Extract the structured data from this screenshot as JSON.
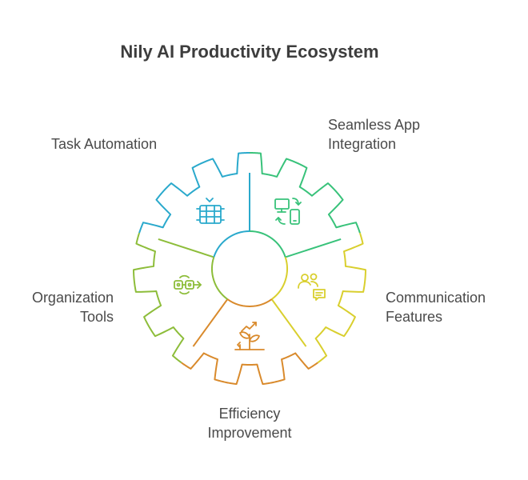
{
  "title": "Nily AI Productivity Ecosystem",
  "segments": [
    {
      "id": "task-automation",
      "lines": [
        "Task Automation"
      ],
      "color": "#2aa9cc",
      "icon": "server-stack-icon"
    },
    {
      "id": "seamless-app-integration",
      "lines": [
        "Seamless App",
        "Integration"
      ],
      "color": "#38c27a",
      "icon": "devices-sync-icon"
    },
    {
      "id": "communication-features",
      "lines": [
        "Communication",
        "Features"
      ],
      "color": "#d9cf2e",
      "icon": "users-chat-icon"
    },
    {
      "id": "efficiency-improvement",
      "lines": [
        "Efficiency",
        "Improvement"
      ],
      "color": "#d98a2c",
      "icon": "growth-plant-icon"
    },
    {
      "id": "organization-tools",
      "lines": [
        "Organization",
        "Tools"
      ],
      "color": "#8dbd3a",
      "icon": "connected-nodes-icon"
    }
  ]
}
